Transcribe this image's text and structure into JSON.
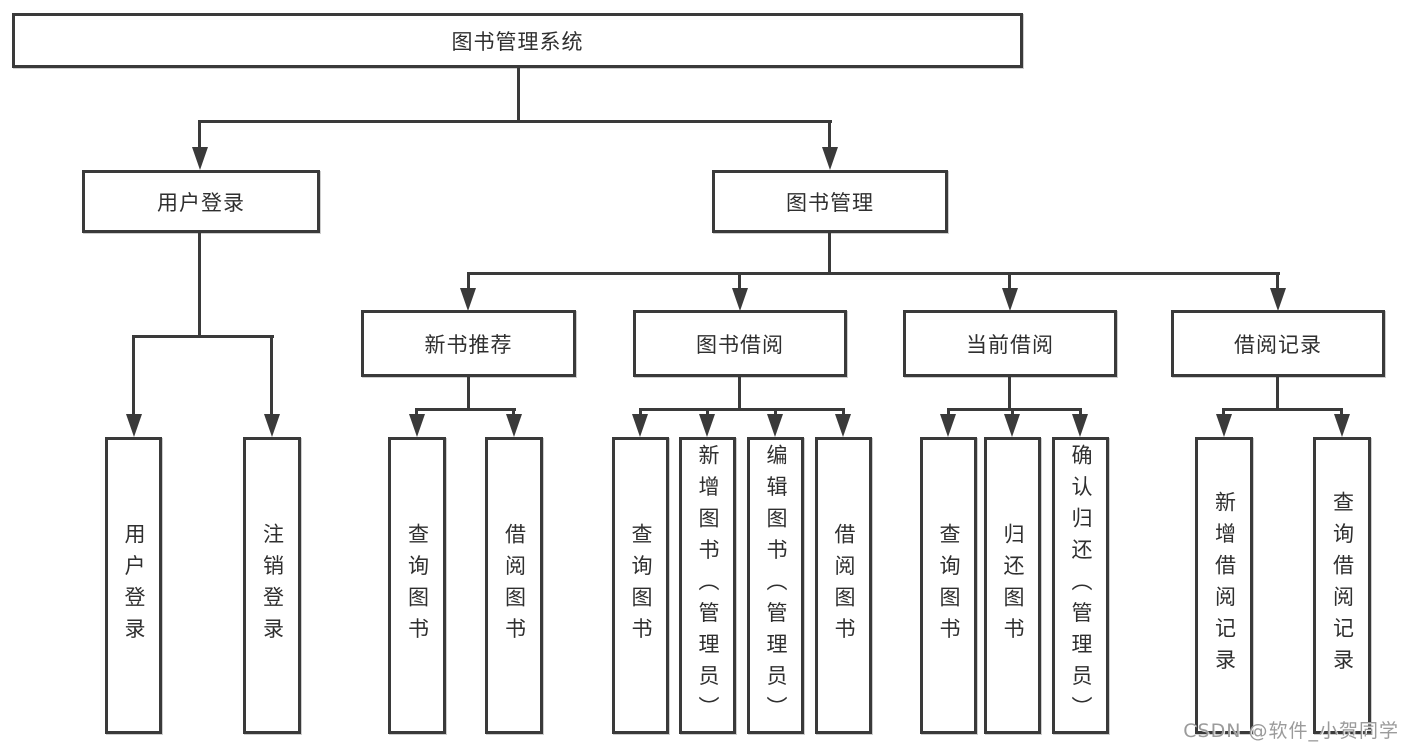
{
  "tree": {
    "label": "图书管理系统",
    "children": [
      {
        "label": "用户登录",
        "children": [
          {
            "label": "用户登录"
          },
          {
            "label": "注销登录"
          }
        ]
      },
      {
        "label": "图书管理",
        "children": [
          {
            "label": "新书推荐",
            "children": [
              {
                "label": "查询图书"
              },
              {
                "label": "借阅图书"
              }
            ]
          },
          {
            "label": "图书借阅",
            "children": [
              {
                "label": "查询图书"
              },
              {
                "label": "新增图书（管理员）"
              },
              {
                "label": "编辑图书（管理员）"
              },
              {
                "label": "借阅图书"
              }
            ]
          },
          {
            "label": "当前借阅",
            "children": [
              {
                "label": "查询图书"
              },
              {
                "label": "归还图书"
              },
              {
                "label": "确认归还（管理员）"
              }
            ]
          },
          {
            "label": "借阅记录",
            "children": [
              {
                "label": "新增借阅记录"
              },
              {
                "label": "查询借阅记录"
              }
            ]
          }
        ]
      }
    ]
  },
  "watermark": {
    "text": "CSDN @软件_小贺同学"
  },
  "colors": {
    "line": "#3a3a3a",
    "text": "#2f2f2f",
    "box_fill": "#ffffff",
    "background": "#ffffff",
    "watermark": "#9b9b9b"
  }
}
